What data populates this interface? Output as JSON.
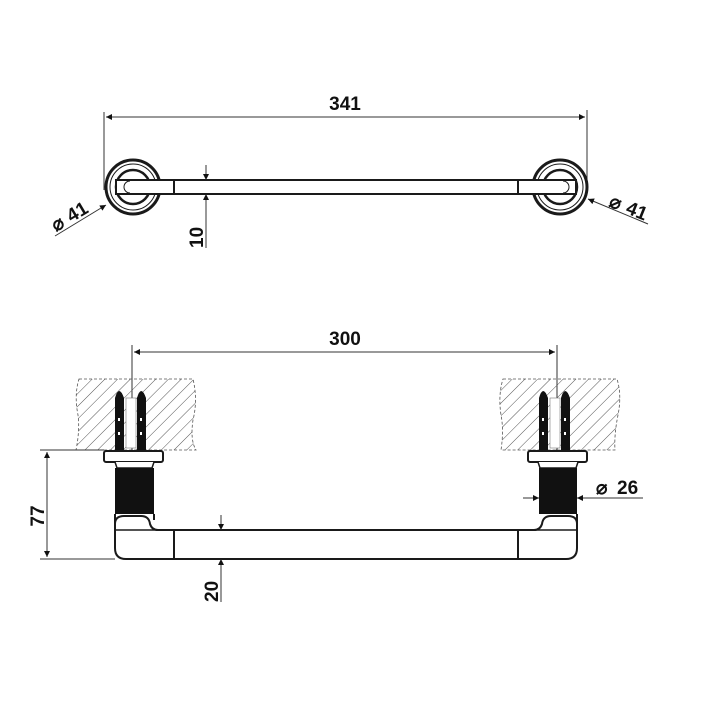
{
  "drawing": {
    "subject": "towel bar technical drawing",
    "units": "mm",
    "colors": {
      "line": "#1a1a1a",
      "hatch": "#555555",
      "fill": "#111111",
      "background": "#ffffff"
    }
  },
  "top_view": {
    "overall_length": "341",
    "rosette_diameter_left": "41",
    "rosette_diameter_right": "41",
    "bar_thickness": "10",
    "diameter_symbol": "⌀"
  },
  "front_view": {
    "center_distance": "300",
    "projection": "77",
    "bar_height": "20",
    "post_diameter": "26",
    "diameter_symbol": "⌀"
  }
}
